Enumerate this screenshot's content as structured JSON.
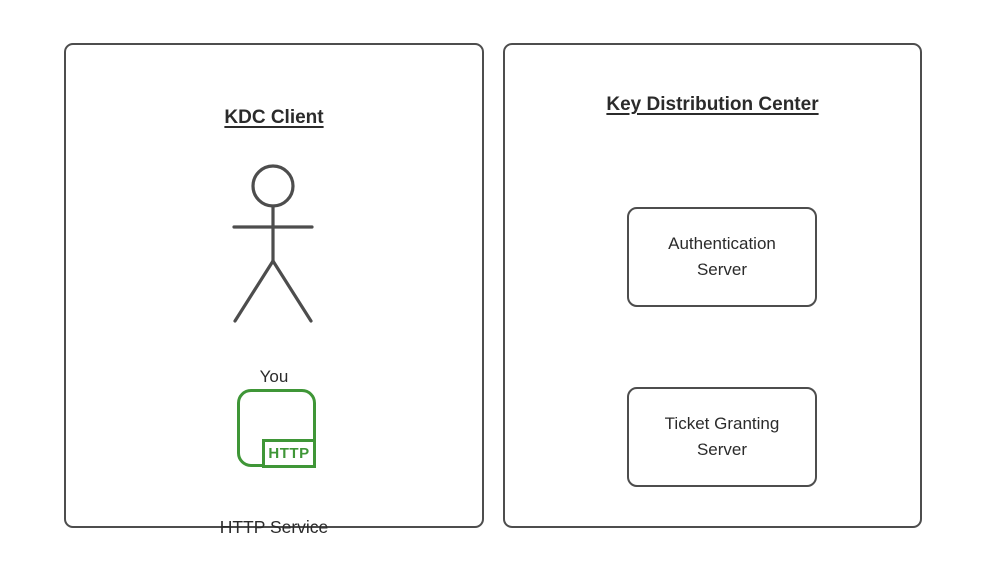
{
  "diagram": {
    "left_panel": {
      "title": "KDC Client",
      "actor_label": "You",
      "service_icon_label": "HTTP",
      "service_label": "HTTP Service"
    },
    "right_panel": {
      "title": "Key Distribution Center",
      "boxes": [
        {
          "label": "Authentication Server"
        },
        {
          "label": "Ticket Granting Server"
        }
      ]
    },
    "colors": {
      "panel_border": "#4d4d4d",
      "shape_border": "#4d4d4d",
      "text": "#2b2b2b",
      "service_green": "#3f9637",
      "background": "#ffffff"
    }
  }
}
